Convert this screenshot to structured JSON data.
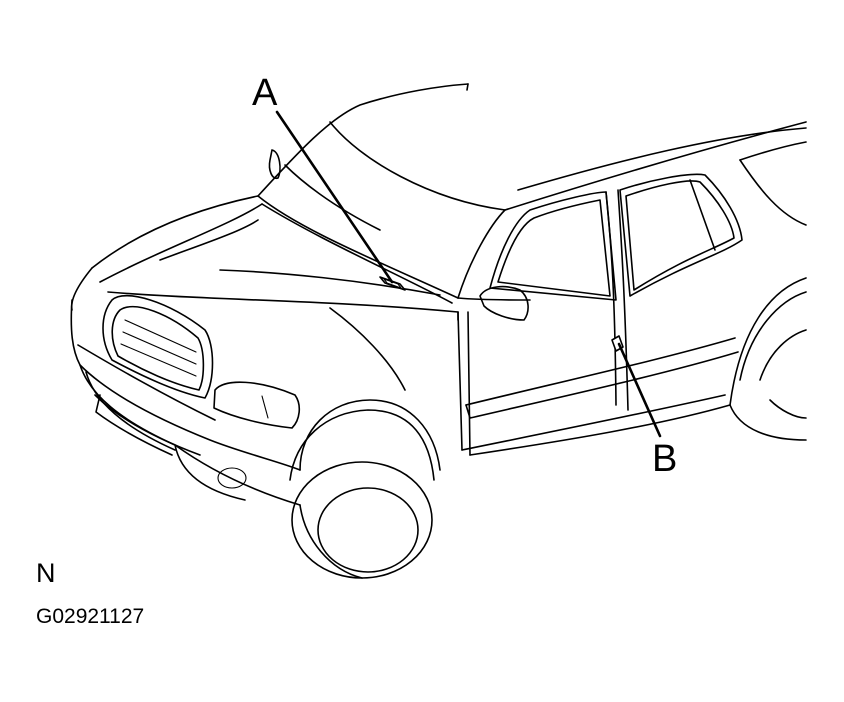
{
  "callouts": {
    "a": "A",
    "b": "B"
  },
  "view_code": "N",
  "figure_id": "G02921127",
  "icons": {
    "drawing": "vehicle-line-drawing",
    "label_a_target": "windshield-vin-plate-icon",
    "label_b_target": "door-label-icon"
  },
  "colors": {
    "line": "#000000",
    "background": "#ffffff"
  }
}
